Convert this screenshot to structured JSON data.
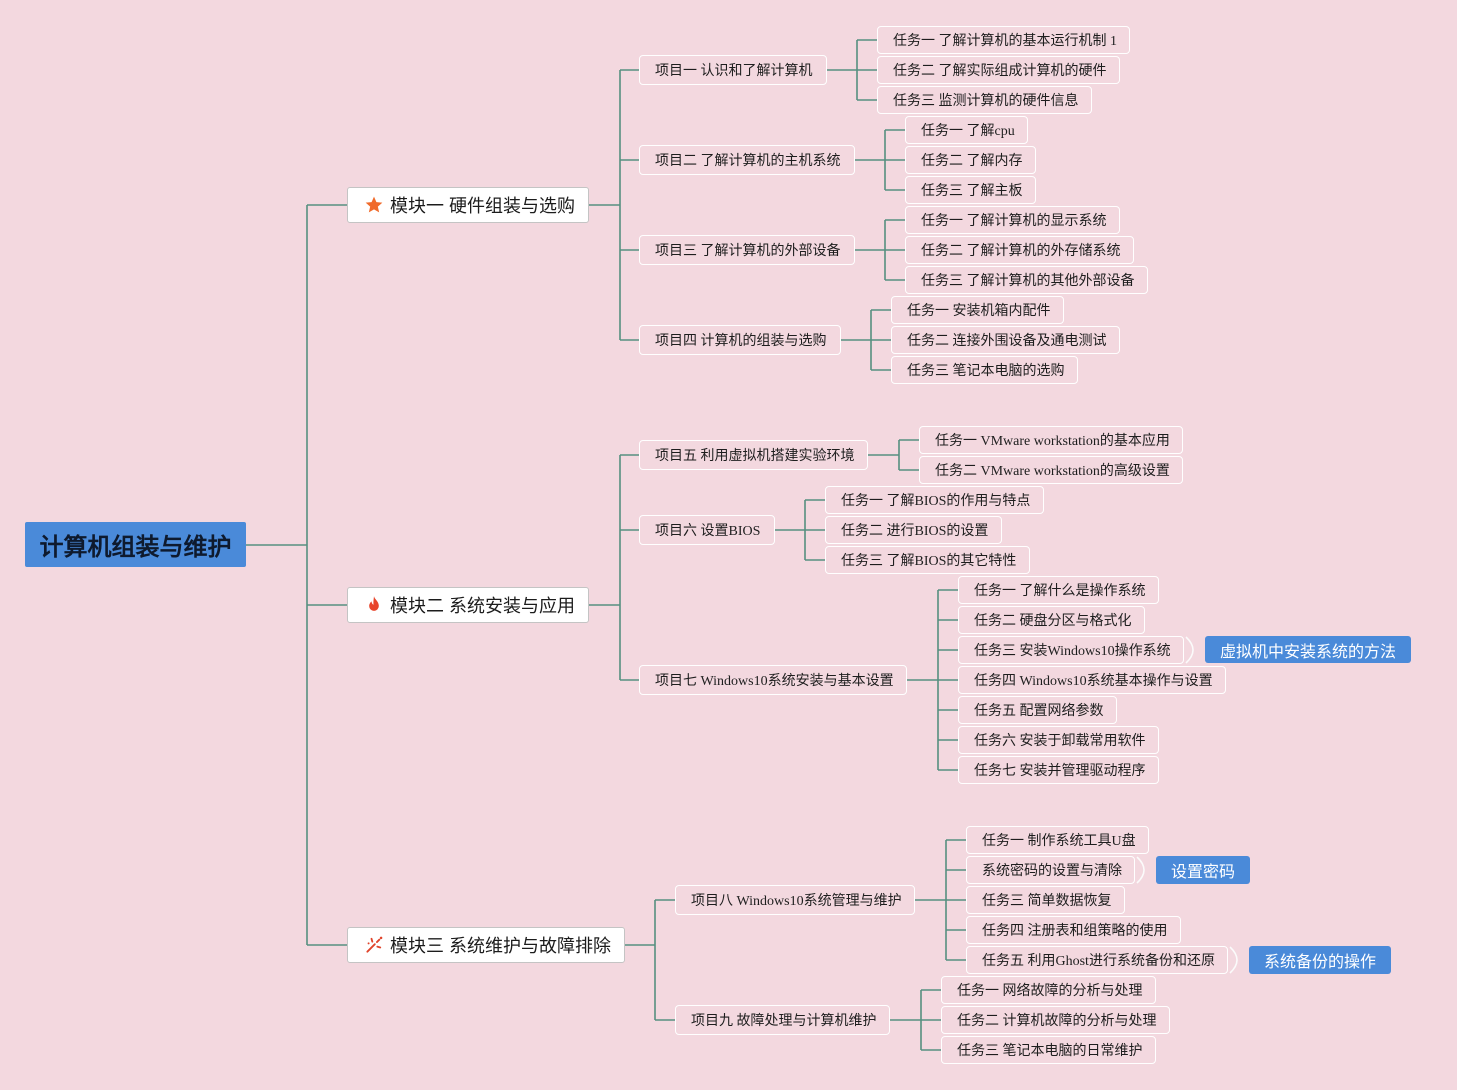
{
  "root": {
    "label": "计算机组装与维护"
  },
  "modules": [
    {
      "icon": "star-icon",
      "label": "模块一 硬件组装与选购",
      "projects": [
        {
          "label": "项目一 认识和了解计算机",
          "tasks": [
            {
              "label": "任务一 了解计算机的基本运行机制 1"
            },
            {
              "label": "任务二 了解实际组成计算机的硬件"
            },
            {
              "label": "任务三 监测计算机的硬件信息"
            }
          ]
        },
        {
          "label": "项目二 了解计算机的主机系统",
          "tasks": [
            {
              "label": "任务一 了解cpu"
            },
            {
              "label": "任务二 了解内存"
            },
            {
              "label": "任务三 了解主板"
            }
          ]
        },
        {
          "label": "项目三 了解计算机的外部设备",
          "tasks": [
            {
              "label": "任务一 了解计算机的显示系统"
            },
            {
              "label": "任务二 了解计算机的外存储系统"
            },
            {
              "label": "任务三 了解计算机的其他外部设备"
            }
          ]
        },
        {
          "label": "项目四 计算机的组装与选购",
          "tasks": [
            {
              "label": "任务一 安装机箱内配件"
            },
            {
              "label": "任务二 连接外围设备及通电测试"
            },
            {
              "label": "任务三 笔记本电脑的选购"
            }
          ]
        }
      ]
    },
    {
      "icon": "fire-icon",
      "label": "模块二 系统安装与应用",
      "projects": [
        {
          "label": "项目五 利用虚拟机搭建实验环境",
          "tasks": [
            {
              "label": "任务一 VMware workstation的基本应用"
            },
            {
              "label": "任务二 VMware workstation的高级设置"
            }
          ]
        },
        {
          "label": "项目六 设置BIOS",
          "tasks": [
            {
              "label": "任务一 了解BIOS的作用与特点"
            },
            {
              "label": "任务二 进行BIOS的设置"
            },
            {
              "label": "任务三 了解BIOS的其它特性"
            }
          ]
        },
        {
          "label": "项目七 Windows10系统安装与基本设置",
          "tasks": [
            {
              "label": "任务一 了解什么是操作系统"
            },
            {
              "label": "任务二 硬盘分区与格式化"
            },
            {
              "label": "任务三 安装Windows10操作系统",
              "callout": "虚拟机中安装系统的方法"
            },
            {
              "label": "任务四 Windows10系统基本操作与设置"
            },
            {
              "label": "任务五 配置网络参数"
            },
            {
              "label": "任务六 安装于卸载常用软件"
            },
            {
              "label": "任务七 安装并管理驱动程序"
            }
          ]
        }
      ]
    },
    {
      "icon": "sparkle-icon",
      "label": "模块三 系统维护与故障排除",
      "projects": [
        {
          "label": "项目八 Windows10系统管理与维护",
          "tasks": [
            {
              "label": "任务一 制作系统工具U盘"
            },
            {
              "label": "系统密码的设置与清除",
              "callout": "设置密码"
            },
            {
              "label": "任务三 简单数据恢复"
            },
            {
              "label": "任务四 注册表和组策略的使用"
            },
            {
              "label": "任务五 利用Ghost进行系统备份和还原",
              "callout": "系统备份的操作"
            }
          ]
        },
        {
          "label": "项目九 故障处理与计算机维护",
          "tasks": [
            {
              "label": "任务一 网络故障的分析与处理"
            },
            {
              "label": "任务二 计算机故障的分析与处理"
            },
            {
              "label": "任务三 笔记本电脑的日常维护"
            }
          ]
        }
      ]
    }
  ],
  "colors": {
    "background": "#f3d8df",
    "root_fill": "#4a8ad9",
    "callout_fill": "#4a8ad9",
    "connector": "#568f80",
    "module_fill": "#ffffff",
    "star": "#f06a2a",
    "fire": "#e8452c",
    "sparkle": "#e0442b"
  }
}
